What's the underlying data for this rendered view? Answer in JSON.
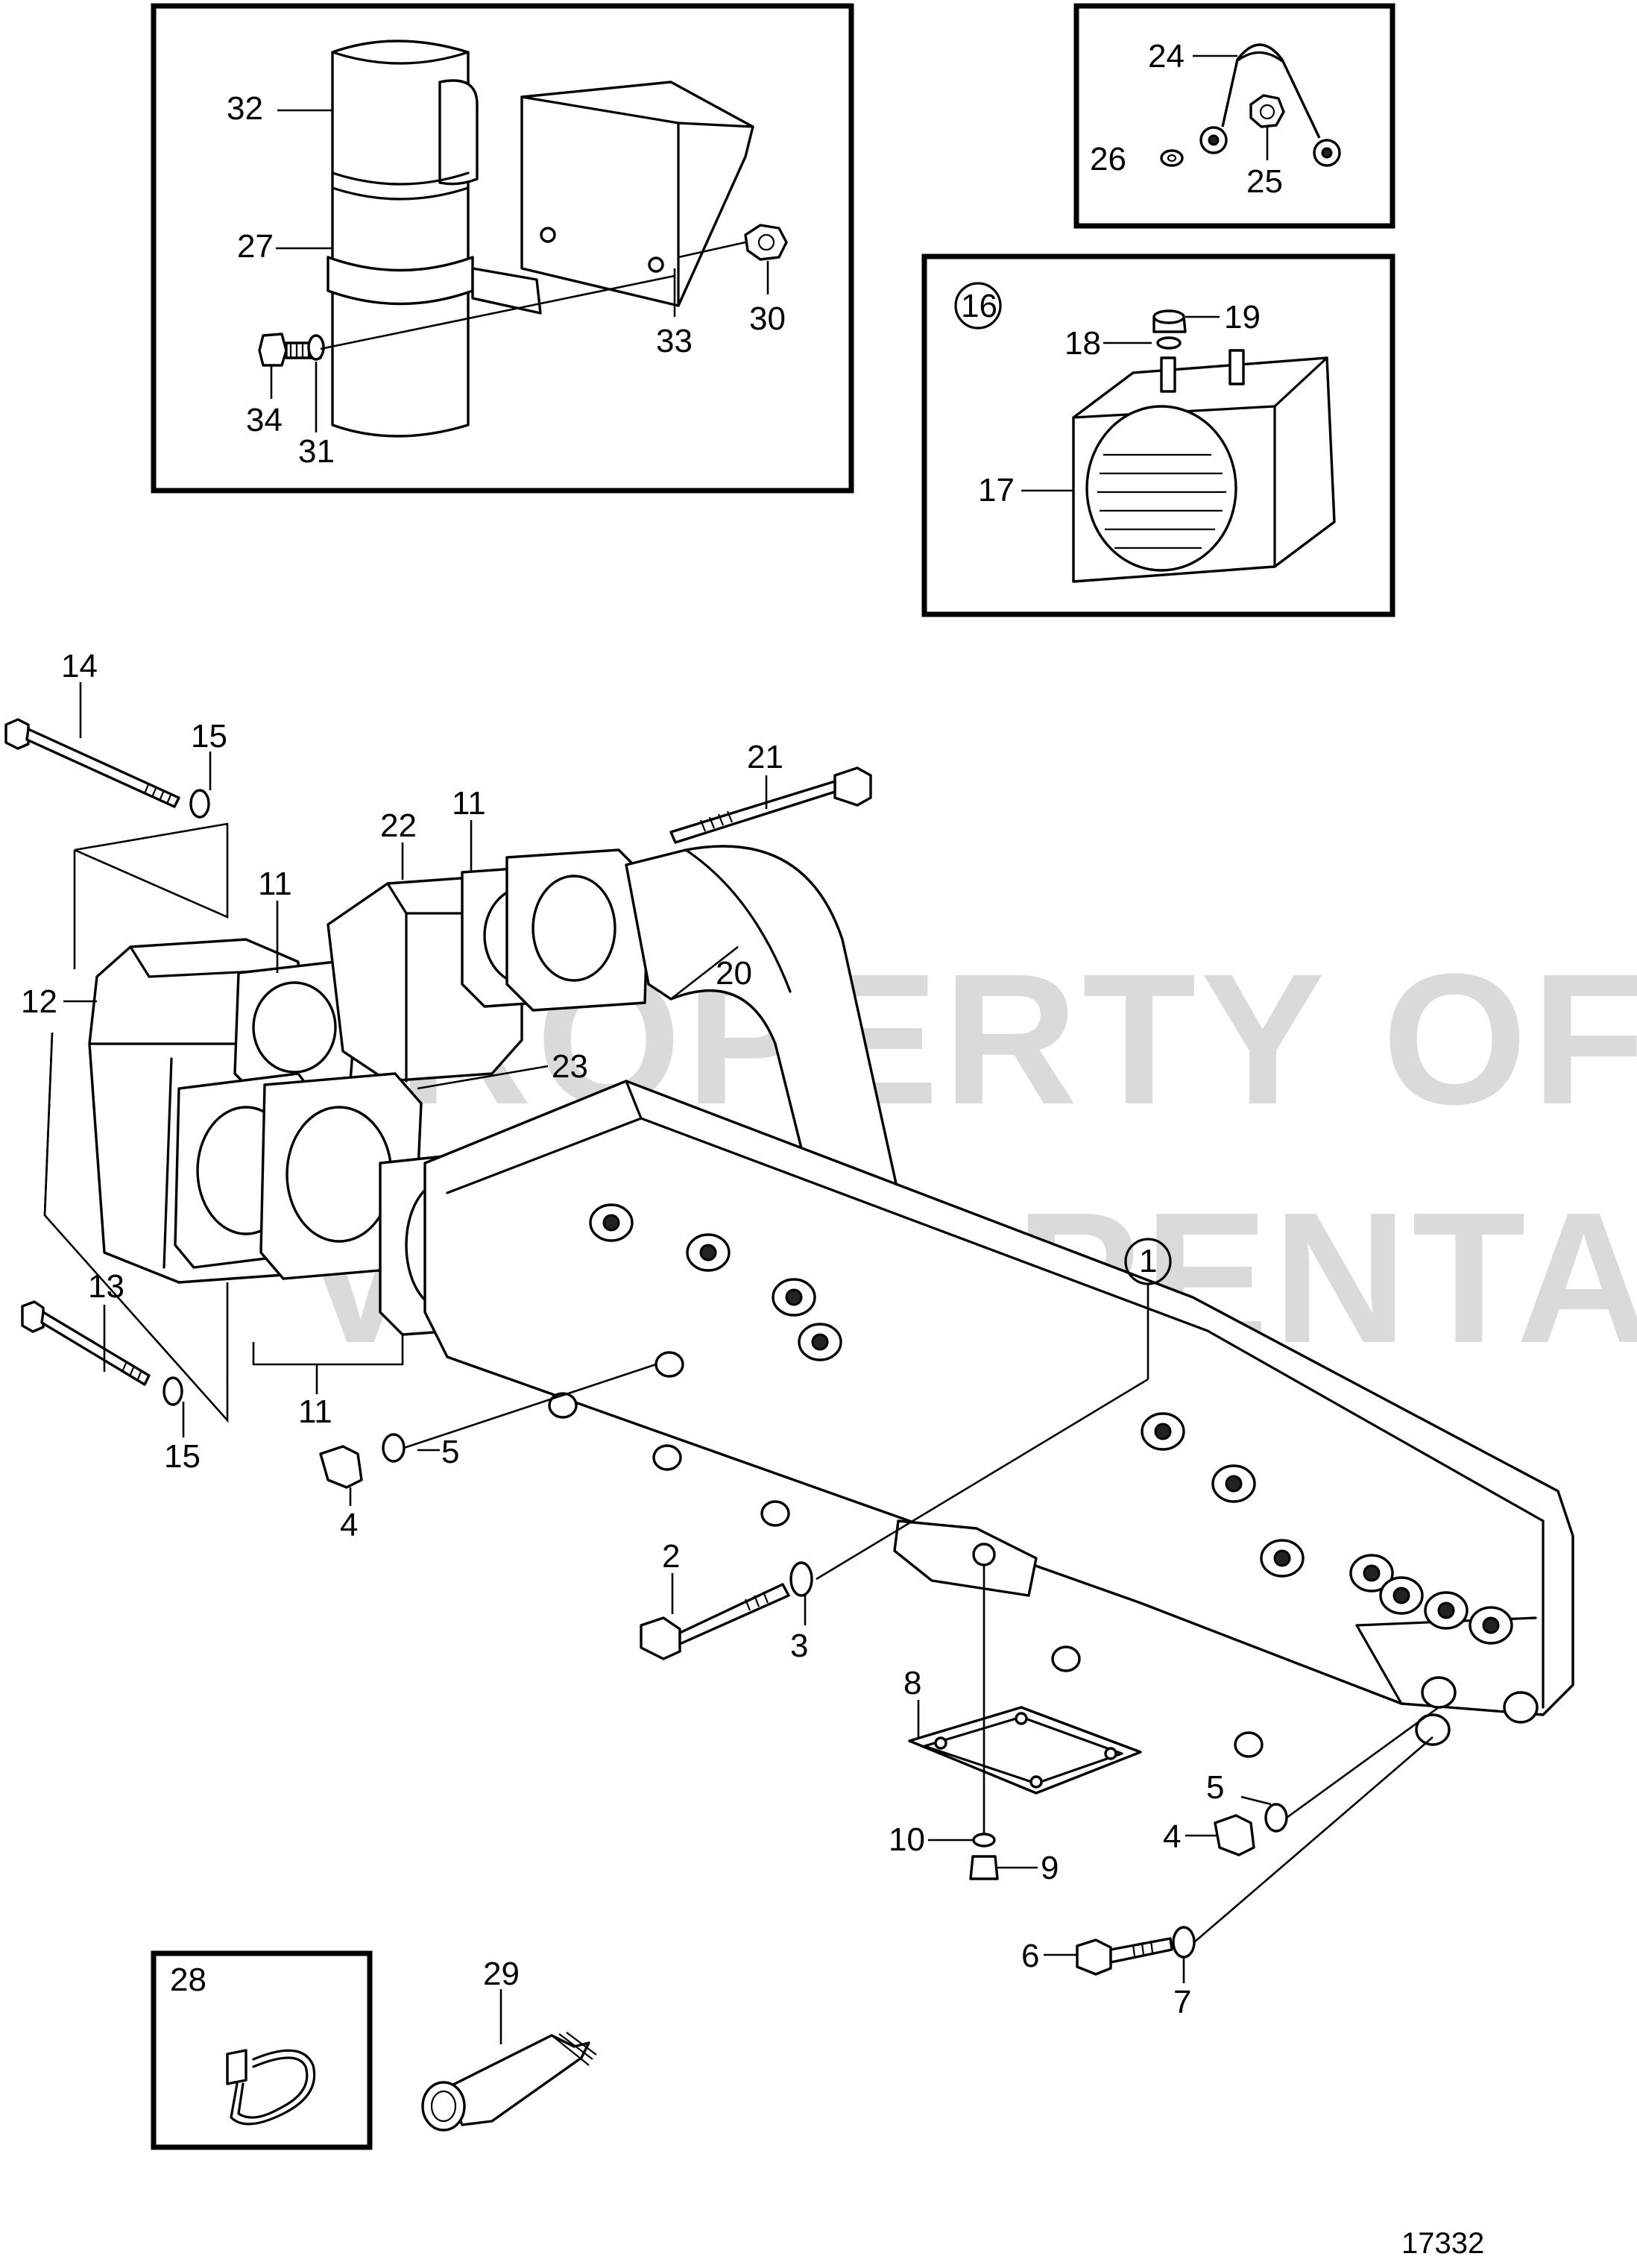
{
  "watermark": {
    "line1": "PROPERTY OF",
    "line2": "VOLVO PENTA"
  },
  "reference_number": "17332",
  "callouts": {
    "c1": "1",
    "c2": "2",
    "c3": "3",
    "c4a": "4",
    "c4b": "4",
    "c5a": "5",
    "c5b": "5",
    "c6": "6",
    "c7": "7",
    "c8": "8",
    "c9": "9",
    "c10": "10",
    "c11a": "11",
    "c11b": "11",
    "c11c": "11",
    "c12": "12",
    "c13": "13",
    "c14": "14",
    "c15a": "15",
    "c15b": "15",
    "c16": "16",
    "c17": "17",
    "c18": "18",
    "c19": "19",
    "c20": "20",
    "c21": "21",
    "c22": "22",
    "c23": "23",
    "c24": "24",
    "c25": "25",
    "c26": "26",
    "c27": "27",
    "c28": "28",
    "c29": "29",
    "c30": "30",
    "c31": "31",
    "c32": "32",
    "c33": "33",
    "c34": "34"
  }
}
